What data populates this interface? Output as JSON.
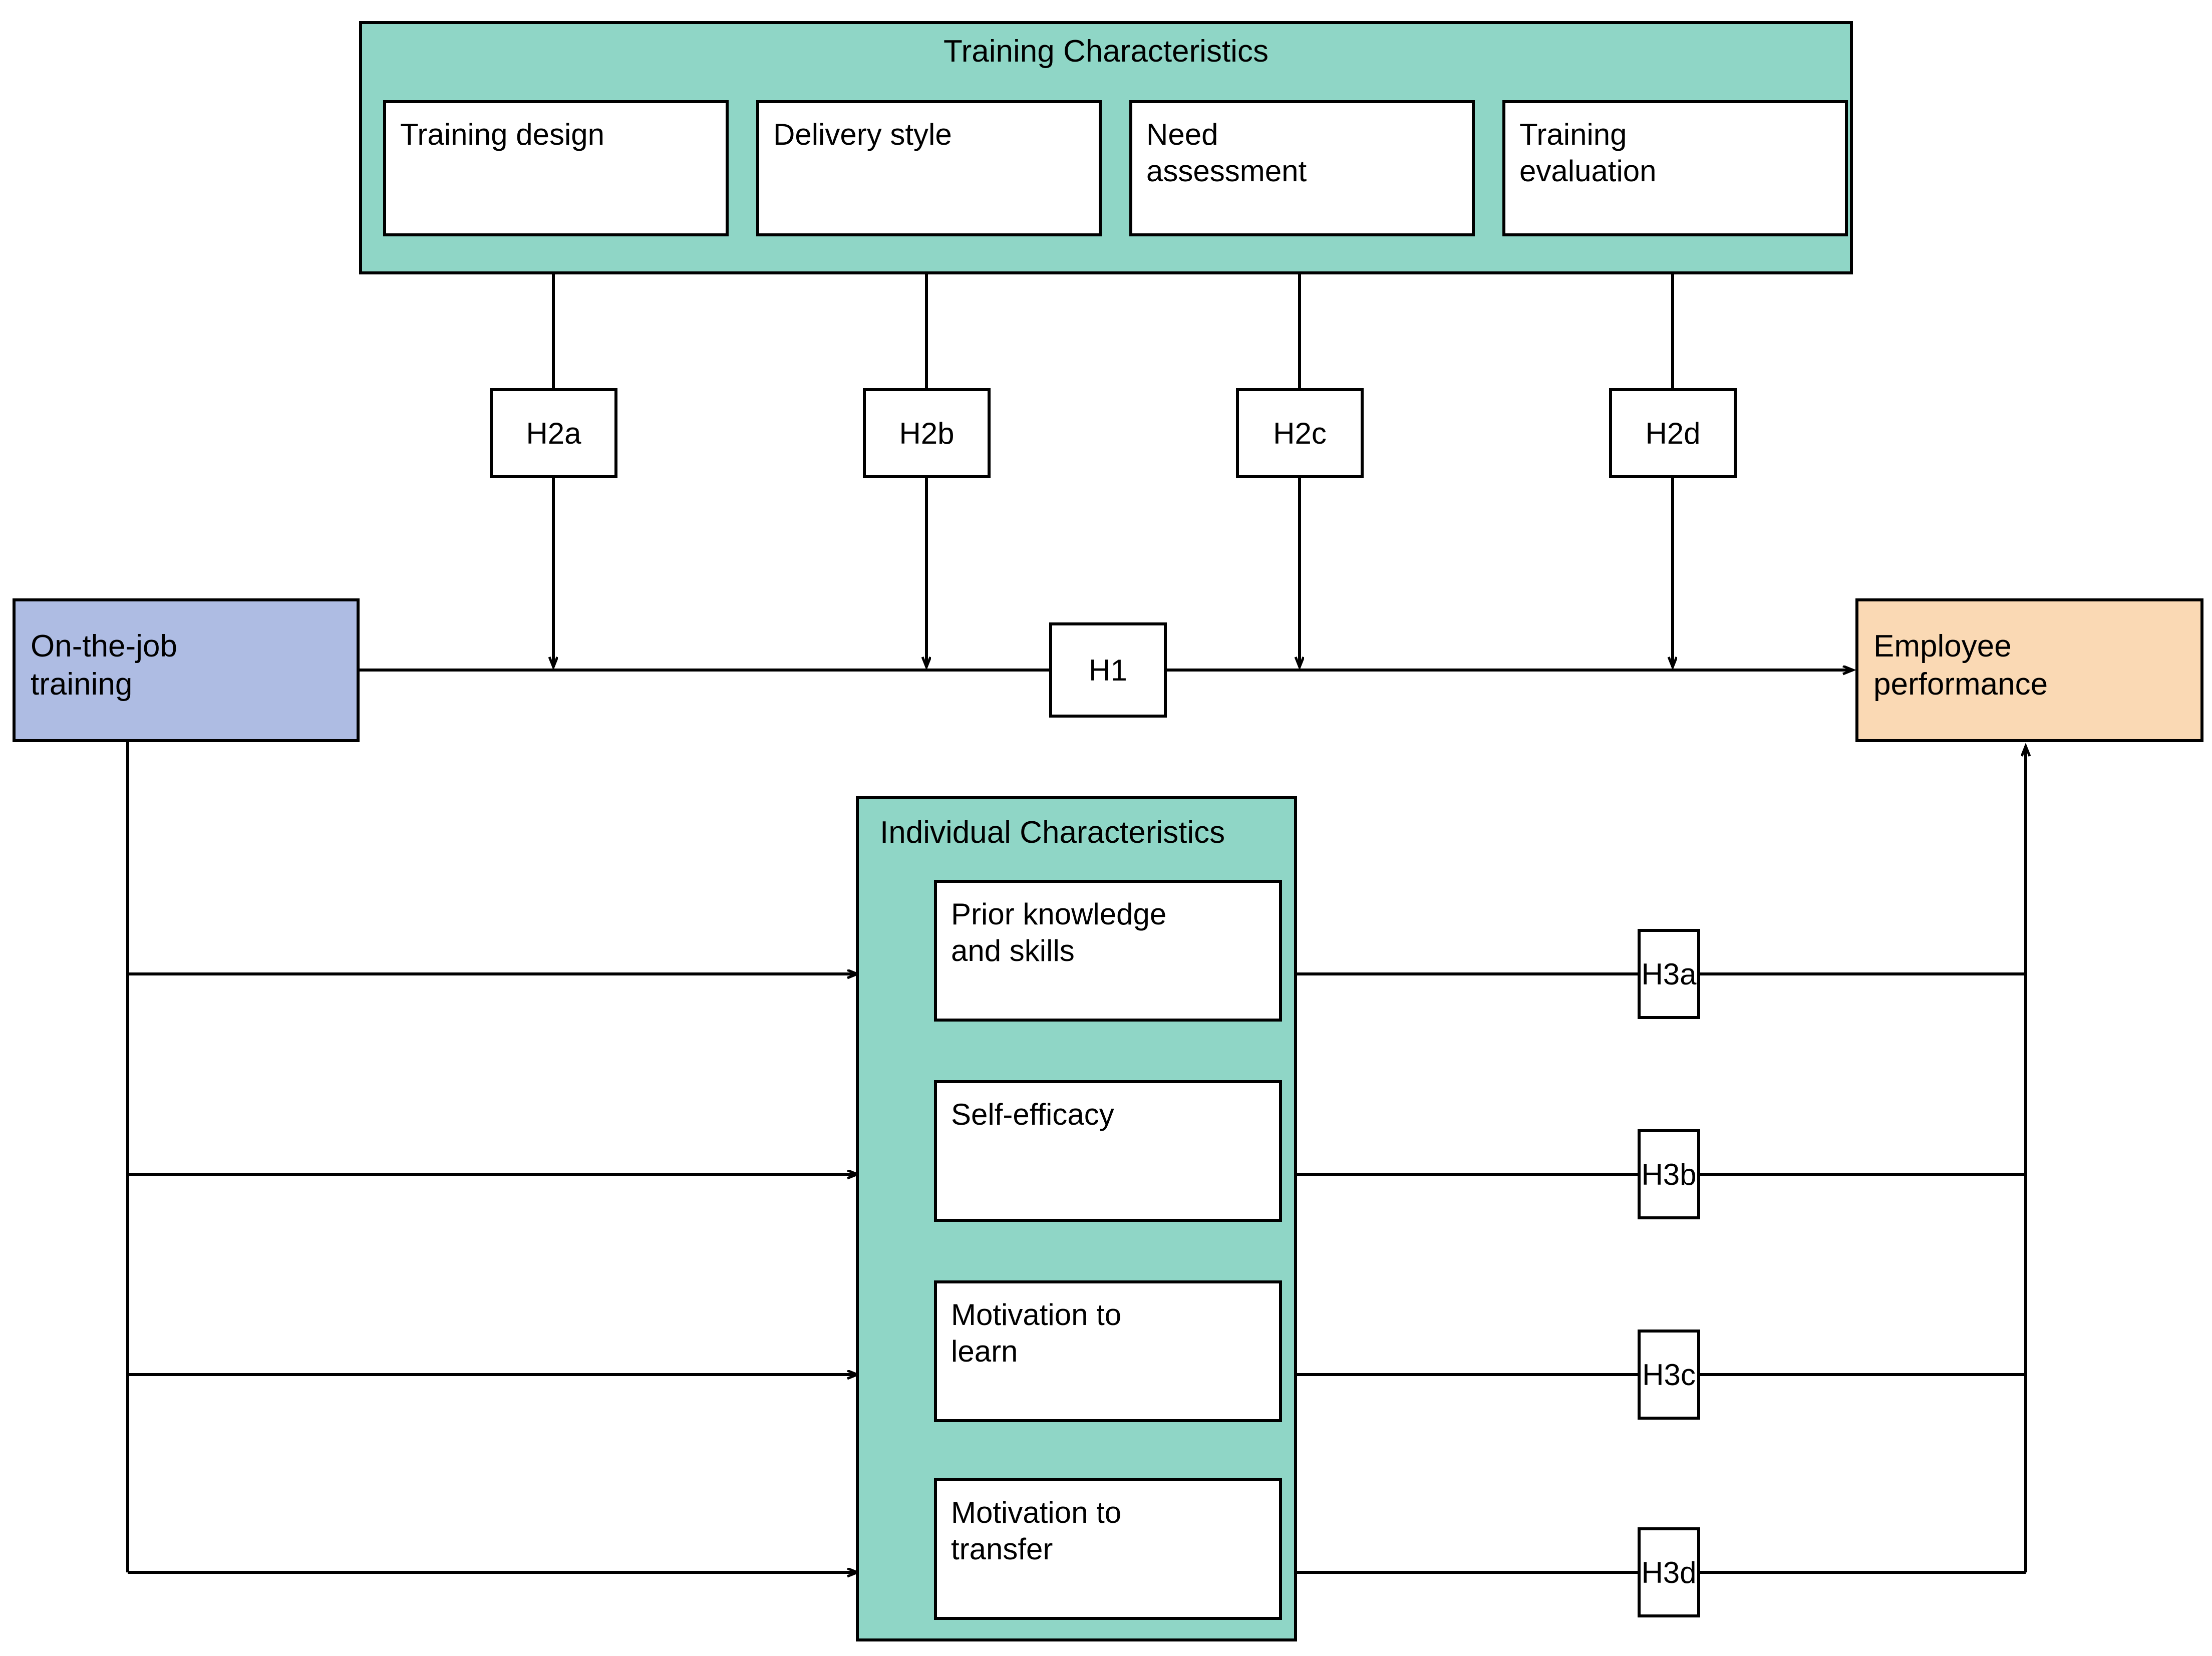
{
  "diagram": {
    "title_hidden": "Conceptual framework of on-the-job training and employee performance",
    "colors": {
      "group_teal": "#8fd6c6",
      "source_blue": "#aebce3",
      "outcome_peach": "#fad9b4",
      "node_white": "#ffffff",
      "line_black": "#000000"
    }
  },
  "training_characteristics": {
    "title": "Training Characteristics",
    "items": [
      {
        "label": "Training design"
      },
      {
        "label": "Delivery style"
      },
      {
        "label": "Need\nassessment"
      },
      {
        "label": "Training\nevaluation"
      }
    ],
    "hypotheses": [
      "H2a",
      "H2b",
      "H2c",
      "H2d"
    ]
  },
  "individual_characteristics": {
    "title": "Individual Characteristics",
    "items": [
      {
        "label": "Prior knowledge\nand skills"
      },
      {
        "label": "Self-efficacy"
      },
      {
        "label": "Motivation to\nlearn"
      },
      {
        "label": "Motivation to\ntransfer"
      }
    ],
    "hypotheses": [
      "H3a",
      "H3b",
      "H3c",
      "H3d"
    ]
  },
  "source": {
    "label": "On-the-job\ntraining"
  },
  "outcome": {
    "label": "Employee\nperformance"
  },
  "direct_effect": {
    "label": "H1"
  }
}
